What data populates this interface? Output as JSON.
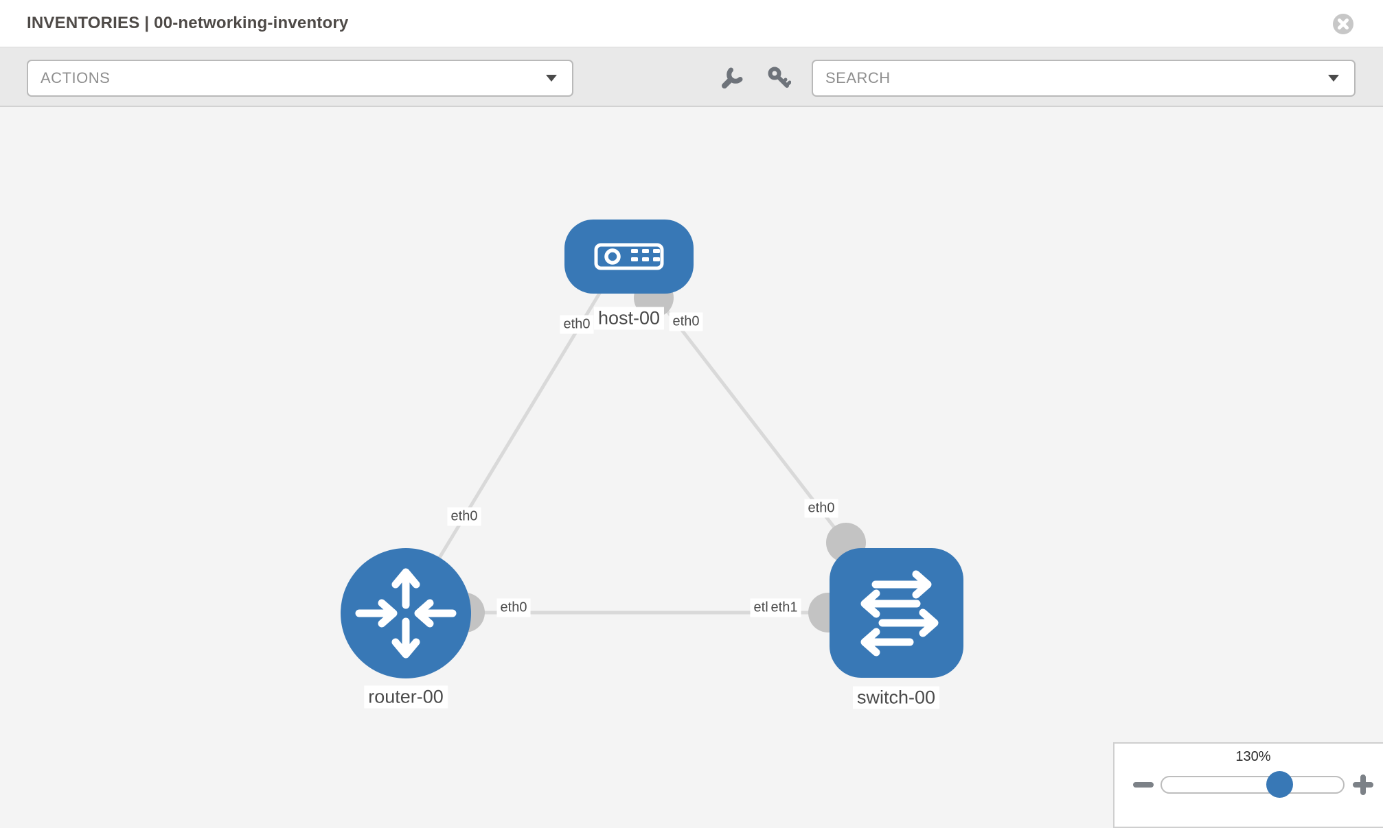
{
  "header": {
    "section": "INVENTORIES",
    "separator": "|",
    "title": "00-networking-inventory"
  },
  "toolbar": {
    "actions_label": "ACTIONS",
    "search_placeholder": "SEARCH",
    "icons": [
      "wrench-icon",
      "key-icon"
    ]
  },
  "colors": {
    "node_fill": "#3878b6",
    "link": "#d9d9d9",
    "interface_dot": "#c3c3c3",
    "canvas_bg": "#f4f4f4",
    "toolbar_bg": "#e9e9e9",
    "label_text": "#4a4a4a"
  },
  "topology": {
    "nodes": [
      {
        "label": "host-00",
        "type": "host",
        "shape": "rounded-rect"
      },
      {
        "label": "router-00",
        "type": "router",
        "shape": "circle"
      },
      {
        "label": "switch-00",
        "type": "switch",
        "shape": "rounded-square"
      }
    ],
    "links": [
      {
        "from": "host-00",
        "from_if": "eth0",
        "to": "router-00",
        "to_if": "eth0"
      },
      {
        "from": "host-00",
        "from_if": "eth0",
        "to": "switch-00",
        "to_if": "eth0"
      },
      {
        "from": "router-00",
        "from_if": "eth0",
        "to": "switch-00",
        "to_if": "eth1",
        "switch_end_overlapping_labels": {
          "back": "eth0",
          "front": "eth1"
        }
      }
    ]
  },
  "zoom_control": {
    "value": "130%"
  }
}
